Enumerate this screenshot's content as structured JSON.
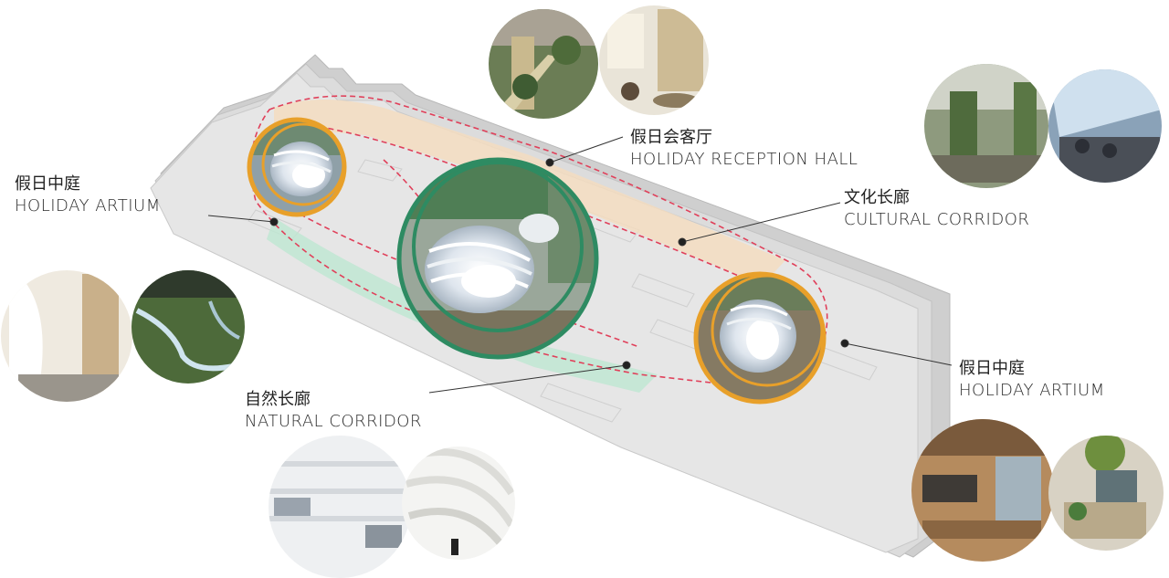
{
  "labels": {
    "reception_hall": {
      "cn": "假日会客厅",
      "en": "HOLIDAY RECEPTION HALL"
    },
    "cultural_corridor": {
      "cn": "文化长廊",
      "en": "CULTURAL CORRIDOR"
    },
    "atrium_left": {
      "cn": "假日中庭",
      "en": "HOLIDAY ARTIUM"
    },
    "atrium_right": {
      "cn": "假日中庭",
      "en": "HOLIDAY ARTIUM"
    },
    "natural_corridor": {
      "cn": "自然长廊",
      "en": "NATURAL CORRIDOR"
    }
  },
  "colors": {
    "atrium_ring": "#e8a02a",
    "reception_ring": "#2e8b62",
    "route_dash": "#e0405a",
    "cultural_fill": "#f3dcc0",
    "natural_fill": "#bfe6d2",
    "slab": "#d8d8d8",
    "leader": "#333333"
  },
  "photos": [
    "atrium-escalator-garden-photo",
    "reception-lounge-photo",
    "corridor-greenery-photo",
    "corridor-skylight-photo",
    "white-curved-interior-photo",
    "river-valley-aerial-photo",
    "white-atrium-levels-photo",
    "spiral-white-balcony-photo",
    "restaurant-terrace-photo",
    "cafe-plants-photo"
  ]
}
